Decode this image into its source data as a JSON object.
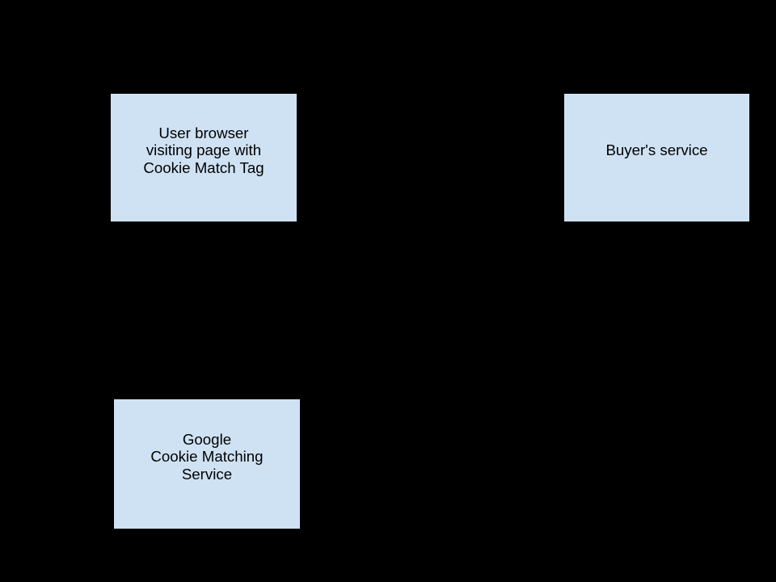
{
  "diagram": {
    "colors": {
      "background": "#000000",
      "node_fill": "#cfe2f3",
      "node_border": "#000000",
      "node_text": "#000000"
    },
    "nodes": [
      {
        "id": "user-browser",
        "label": "User browser\nvisiting page with\nCookie Match Tag"
      },
      {
        "id": "buyers-service",
        "label": "Buyer's service"
      },
      {
        "id": "google-cookie-matching-service",
        "label": "Google\nCookie Matching\nService"
      }
    ]
  }
}
